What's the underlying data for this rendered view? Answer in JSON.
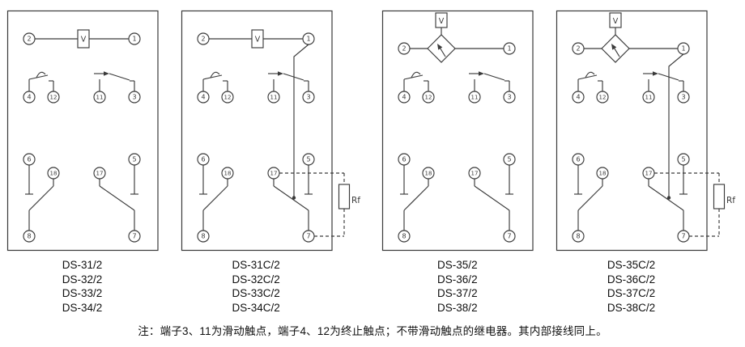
{
  "colors": {
    "line": "#3a3a3a",
    "text": "#101010",
    "background": "#ffffff"
  },
  "v_label": "V",
  "rf_label": "Rf",
  "terminals": {
    "t1": "1",
    "t2": "2",
    "t3": "3",
    "t4": "4",
    "t5": "5",
    "t6": "6",
    "t7": "7",
    "t8": "8",
    "t11": "11",
    "t12": "12",
    "t17": "17",
    "t18": "18"
  },
  "panels": [
    {
      "models": [
        "DS-31/2",
        "DS-32/2",
        "DS-33/2",
        "DS-34/2"
      ],
      "has_rectifier": false,
      "has_rf": false
    },
    {
      "models": [
        "DS-31C/2",
        "DS-32C/2",
        "DS-33C/2",
        "DS-34C/2"
      ],
      "has_rectifier": false,
      "has_rf": true
    },
    {
      "models": [
        "DS-35/2",
        "DS-36/2",
        "DS-37/2",
        "DS-38/2"
      ],
      "has_rectifier": true,
      "has_rf": false
    },
    {
      "models": [
        "DS-35C/2",
        "DS-36C/2",
        "DS-37C/2",
        "DS-38C/2"
      ],
      "has_rectifier": true,
      "has_rf": true
    }
  ],
  "note": "注：端子3、11为滑动触点，端子4、12为终止触点；不带滑动触点的继电器。其内部接线同上。"
}
